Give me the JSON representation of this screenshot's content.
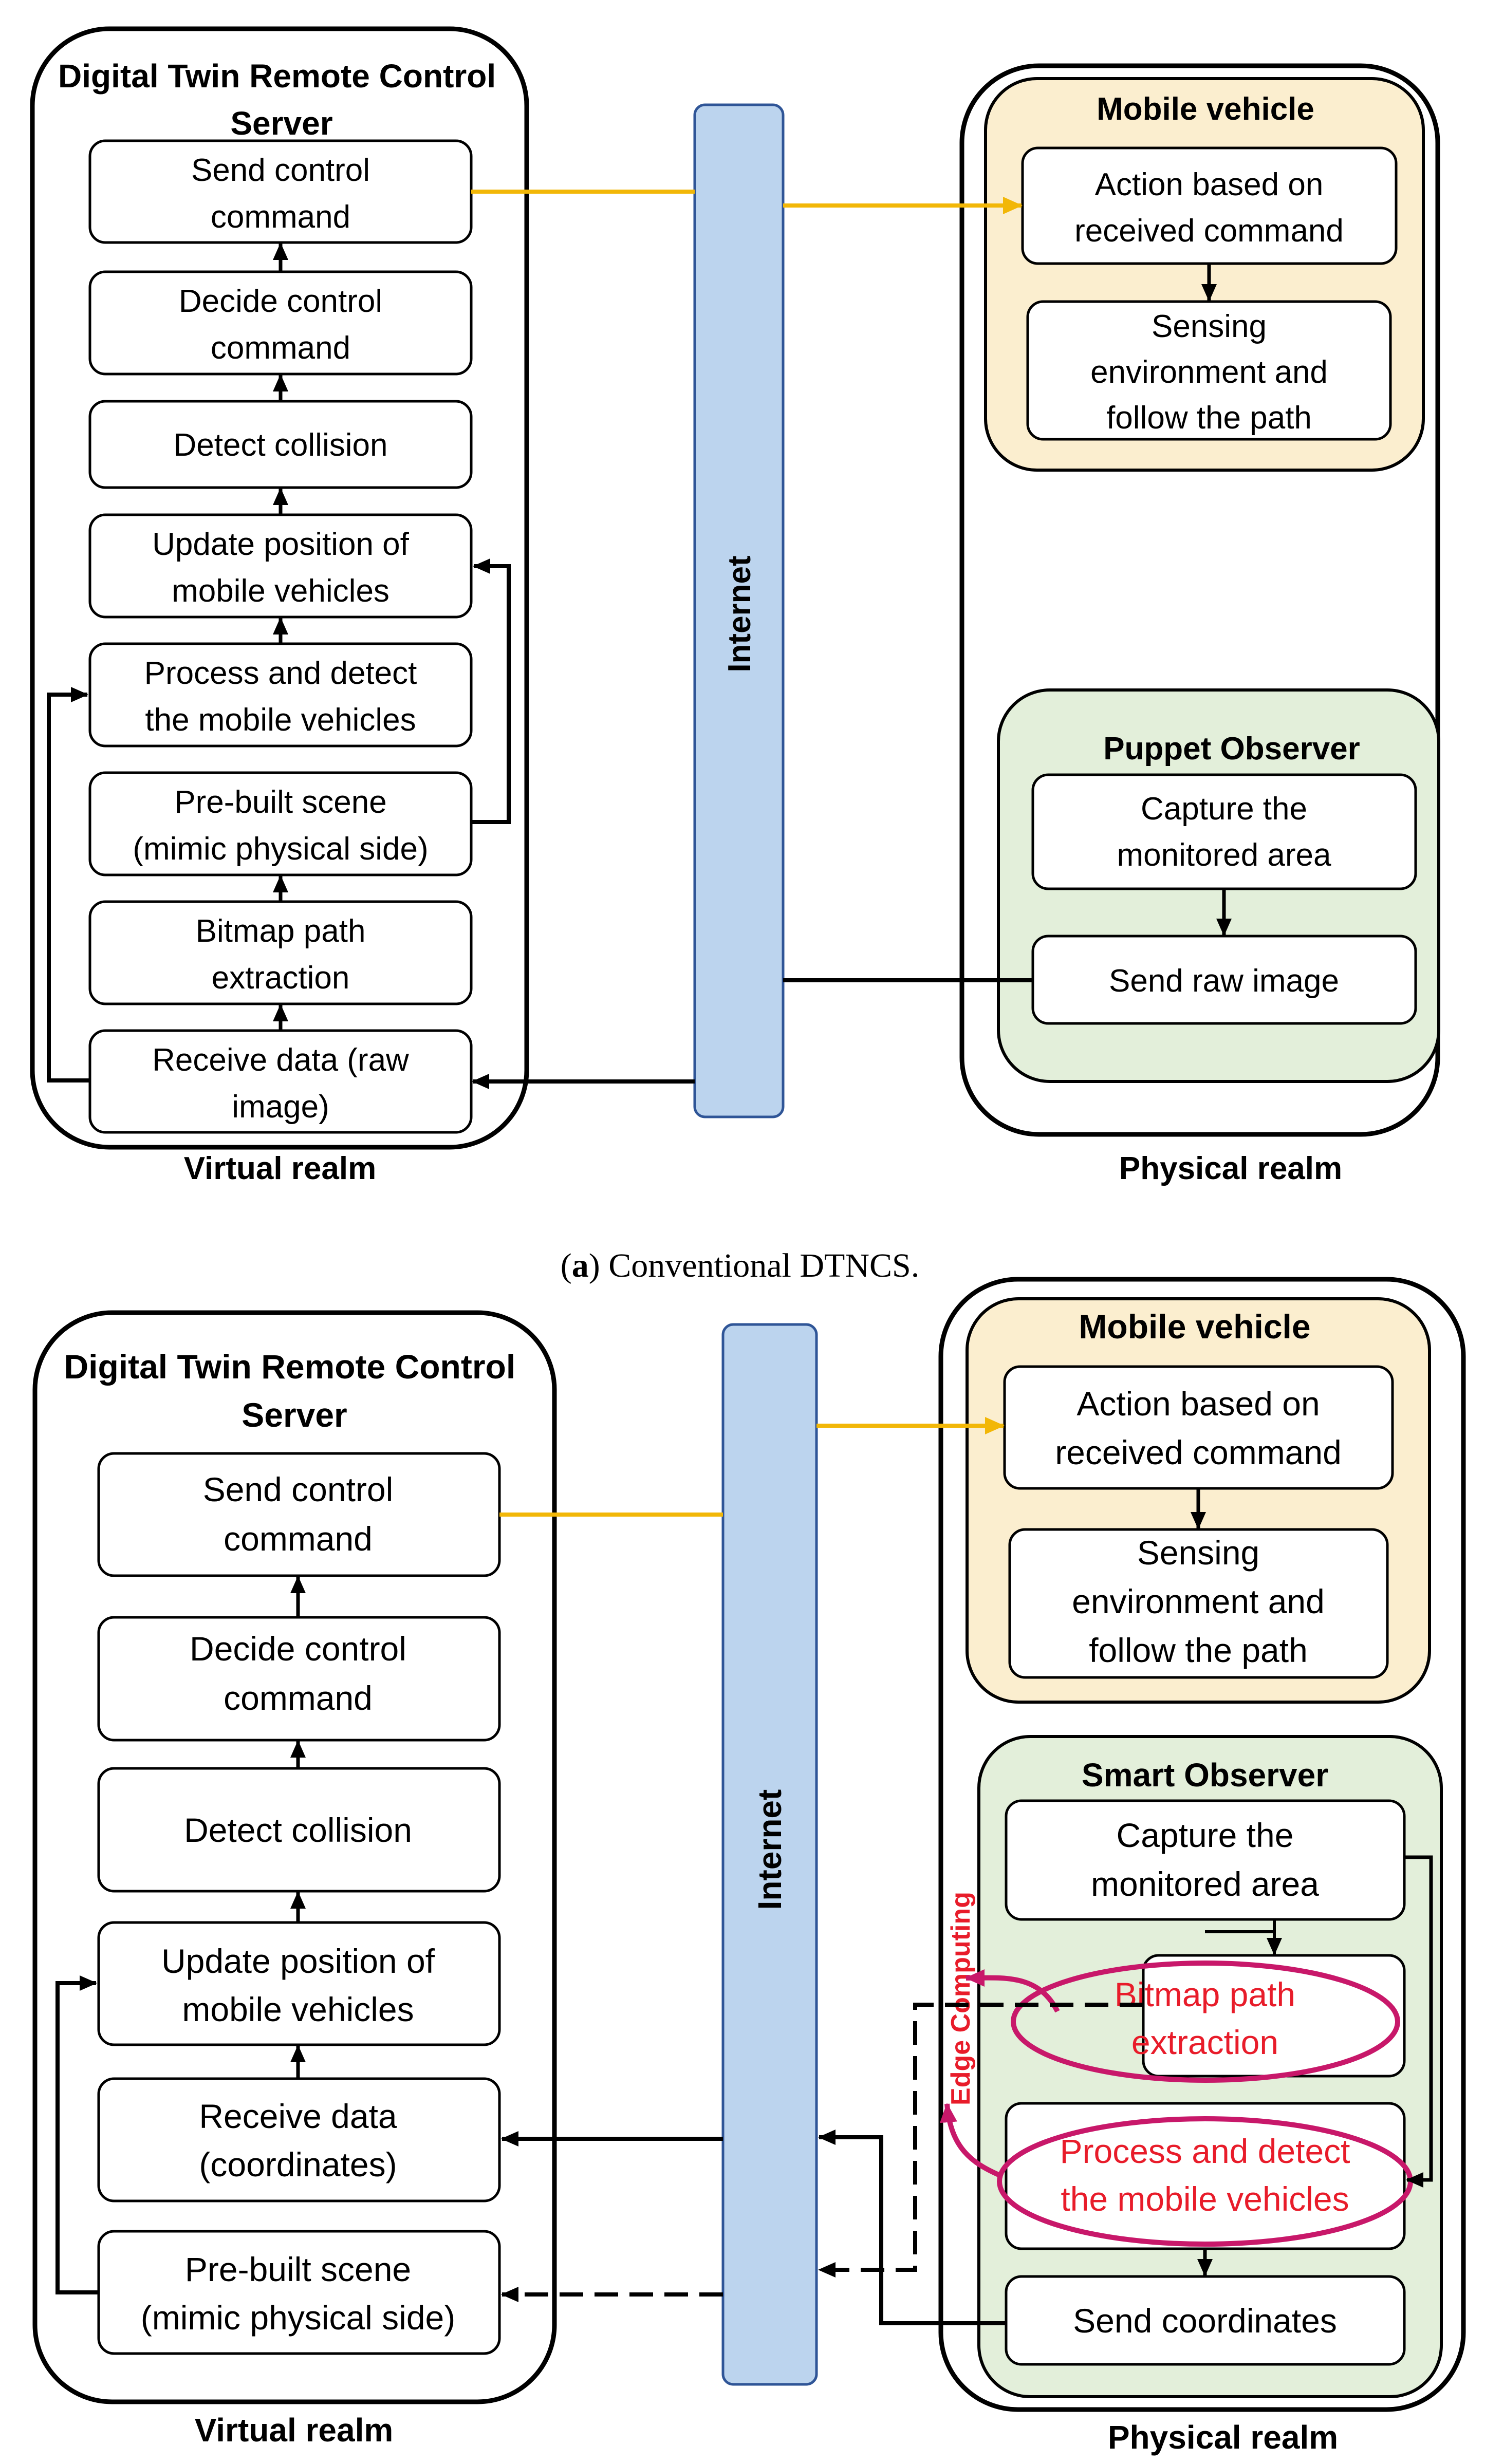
{
  "colors": {
    "yellow_line": "#f2b707",
    "mobile_fill": "#fbeecf",
    "observer_fill": "#e3efda",
    "internet_fill": "#bcd4ee",
    "internet_stroke": "#2f5597",
    "edge_red": "#e81c2a",
    "ellipse_stroke": "#c8186a"
  },
  "diagram_a": {
    "server_title": [
      "Digital Twin Remote Control",
      "Server"
    ],
    "server_steps": [
      [
        "Send control",
        "command"
      ],
      [
        "Decide control",
        "command"
      ],
      [
        "Detect collision"
      ],
      [
        "Update position of",
        "mobile vehicles"
      ],
      [
        "Process and detect",
        "the mobile vehicles"
      ],
      [
        "Pre-built scene",
        "(mimic physical side)"
      ],
      [
        "Bitmap path",
        "extraction"
      ],
      [
        "Receive data (raw",
        "image)"
      ]
    ],
    "internet_label": "Internet",
    "mobile_title": "Mobile vehicle",
    "mobile_steps": [
      [
        "Action based on",
        "received command"
      ],
      [
        "Sensing",
        "environment and",
        "follow the path"
      ]
    ],
    "observer_title": "Puppet Observer",
    "observer_steps": [
      [
        "Capture the",
        "monitored area"
      ],
      [
        "Send raw image"
      ]
    ],
    "virtual_label": "Virtual realm",
    "physical_label": "Physical realm",
    "caption_letter": "a",
    "caption_text": ") Conventional DTNCS."
  },
  "diagram_b": {
    "server_title": [
      "Digital Twin Remote Control",
      "Server"
    ],
    "server_steps": [
      [
        "Send control",
        "command"
      ],
      [
        "Decide control",
        "command"
      ],
      [
        "Detect collision"
      ],
      [
        "Update position of",
        "mobile vehicles"
      ],
      [
        "Receive data",
        "(coordinates)"
      ],
      [
        "Pre-built scene",
        "(mimic physical side)"
      ]
    ],
    "internet_label": "Internet",
    "mobile_title": "Mobile vehicle",
    "mobile_steps": [
      [
        "Action based on",
        "received command"
      ],
      [
        "Sensing",
        "environment and",
        "follow the path"
      ]
    ],
    "observer_title": "Smart Observer",
    "observer_steps": [
      [
        "Capture the",
        "monitored area"
      ],
      [
        "Bitmap path",
        "extraction"
      ],
      [
        "Process and detect",
        "the mobile vehicles"
      ],
      [
        "Send coordinates"
      ]
    ],
    "edge_label": "Edge Computing",
    "virtual_label": "Virtual realm",
    "physical_label": "Physical realm"
  }
}
